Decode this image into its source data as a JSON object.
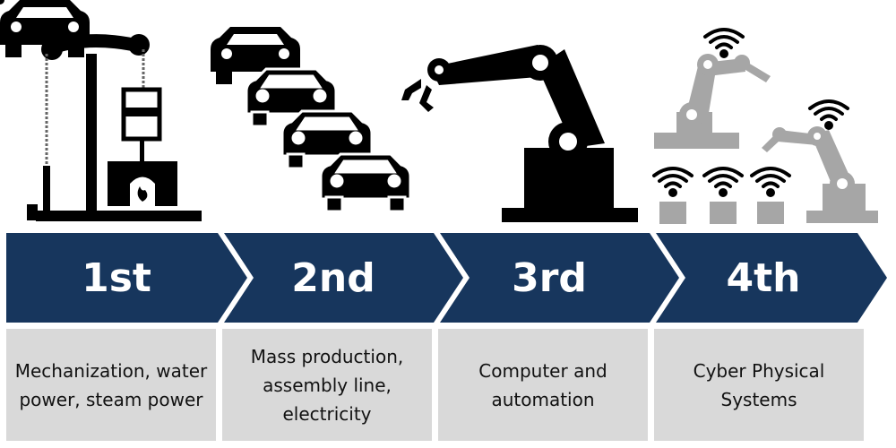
{
  "stages": [
    {
      "label": "1st",
      "description": "Mechanization, water power, steam power",
      "icon": "steam-engine-icon"
    },
    {
      "label": "2nd",
      "description": "Mass production, assembly line, electricity",
      "icon": "cars-icon"
    },
    {
      "label": "3rd",
      "description": "Computer and automation",
      "icon": "robot-arm-icon"
    },
    {
      "label": "4th",
      "description": "Cyber Physical Systems",
      "icon": "connected-robots-icon"
    }
  ],
  "colors": {
    "chevron": "#17365d",
    "box": "#d9d9d9",
    "icon_dark": "#000000",
    "icon_grey": "#a6a6a6"
  }
}
